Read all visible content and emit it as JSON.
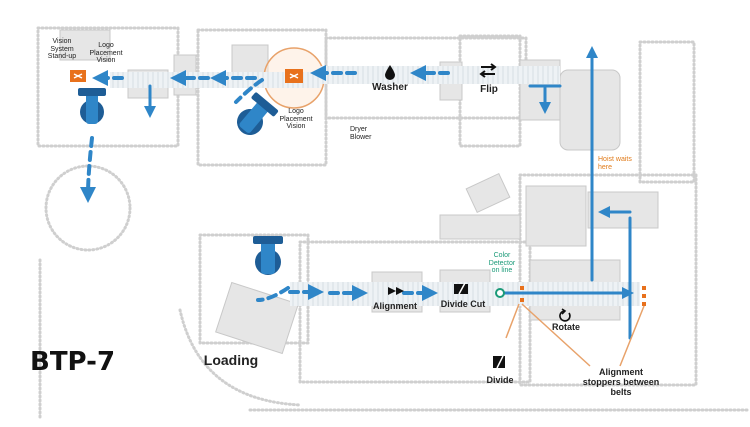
{
  "title": "BTP-7",
  "stations": {
    "vision_standup": "Vision System Stand-up",
    "logo_vision_left": "Logo Placement Vision",
    "logo_vision_center": "Logo Placement Vision",
    "washer": "Washer",
    "flip": "Flip",
    "dryer_blower": "Dryer Blower",
    "hoist_waits": "Hoist waits here",
    "color_detector": "Color Detector on line",
    "alignment": "Alignment",
    "divide_cut": "Divide Cut",
    "rotate": "Rotate",
    "divide": "Divide",
    "alignment_stoppers": "Alignment stoppers between belts",
    "loading": "Loading"
  },
  "colors": {
    "flow_blue": "#2f86c8",
    "robot_blue": "#1e5d96",
    "accent_orange": "#e8711c",
    "detector_green": "#1a9a78",
    "equipment_gray": "#c8c8c8",
    "outline_gray": "#d4d4d4"
  },
  "icons": [
    "washer-drop-icon",
    "flip-cycle-icon",
    "alignment-arrows-icon",
    "divide-cut-icon",
    "rotate-icon",
    "divide-icon"
  ]
}
